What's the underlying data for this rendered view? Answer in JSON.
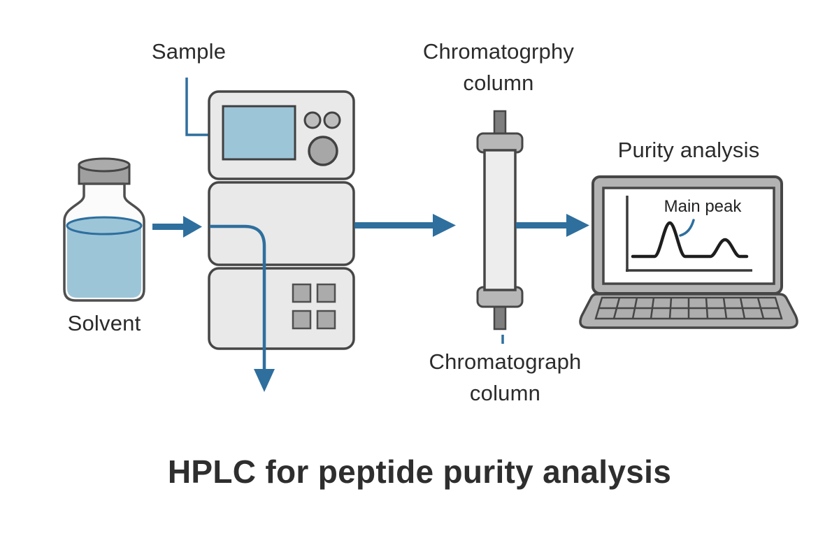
{
  "title": "HPLC for peptide purity analysis",
  "labels": {
    "sample": "Sample",
    "solvent": "Solvent",
    "column_top_line1": "Chromatogrphy",
    "column_top_line2": "column",
    "column_bottom_line1": "Chromatograph",
    "column_bottom_line2": "column",
    "purity_analysis": "Purity analysis",
    "main_peak": "Main peak"
  },
  "colors": {
    "accent_blue": "#2e6f9e",
    "light_blue_fill": "#9dc5d8",
    "instrument_gray": "#e9e9e9",
    "outline_dark_gray": "#464646",
    "laptop_gray": "#b3b3b3",
    "knob_gray": "#a7a7a7",
    "text_dark": "#2b2b2b"
  },
  "chromatogram": {
    "type": "line",
    "peaks": [
      {
        "label": "Main peak",
        "relative_height": 1.0
      },
      {
        "label": "",
        "relative_height": 0.5
      }
    ]
  }
}
